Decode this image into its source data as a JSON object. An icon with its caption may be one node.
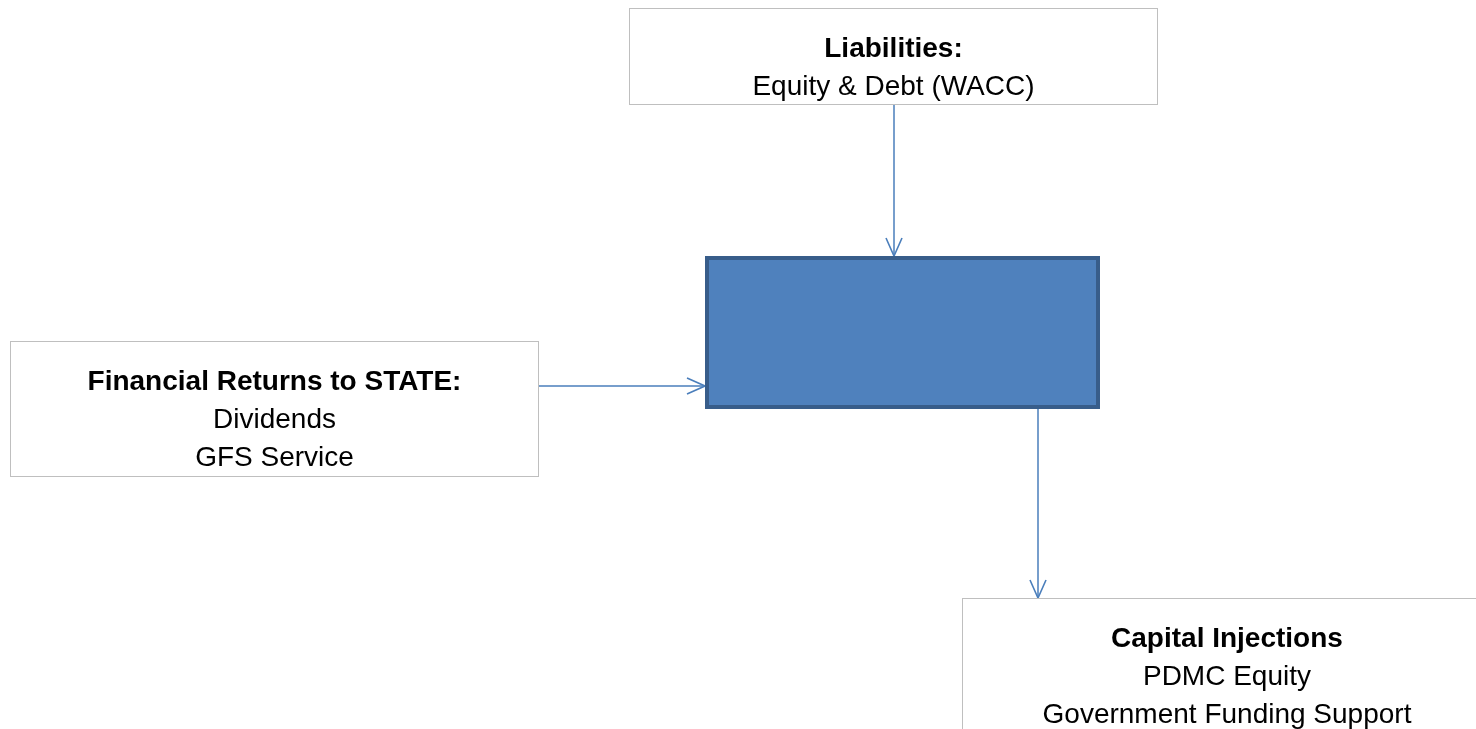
{
  "diagram": {
    "nodes": [
      {
        "text": [
          "Liabilities:",
          "Equity & Debt (WACC)"
        ]
      },
      {
        "text": [],
        "shape": "box"
      },
      {
        "text": [
          "Financial Returns to STATE:",
          "Dividends",
          "GFS Service"
        ]
      },
      {
        "text": [
          "Capital Injections",
          "PDMC Equity",
          "Government Funding Support"
        ]
      }
    ],
    "edges": [
      {
        "from": 0,
        "to": 1,
        "arrow": "to"
      },
      {
        "from": 2,
        "to": 1,
        "arrow": "to"
      },
      {
        "from": 1,
        "to": 3,
        "arrow": "to"
      }
    ]
  }
}
